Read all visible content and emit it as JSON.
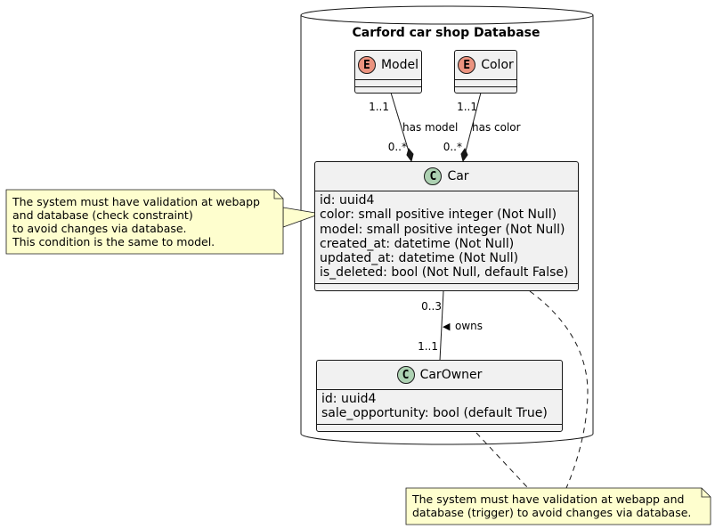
{
  "package": {
    "title": "Carford car shop Database"
  },
  "entities": {
    "model": {
      "stereotype": "E",
      "name": "Model"
    },
    "color": {
      "stereotype": "E",
      "name": "Color"
    },
    "car": {
      "stereotype": "C",
      "name": "Car",
      "attributes": [
        "id: uuid4",
        "color: small positive integer (Not Null)",
        "model: small positive integer (Not Null)",
        "created_at: datetime (Not Null)",
        "updated_at: datetime (Not Null)",
        "is_deleted: bool (Not Null, default False)"
      ]
    },
    "car_owner": {
      "stereotype": "C",
      "name": "CarOwner",
      "attributes": [
        "id: uuid4",
        "sale_opportunity: bool (default True)"
      ]
    }
  },
  "relations": {
    "model_car": {
      "label": "has model",
      "source_mult": "1..1",
      "target_mult": "0..*"
    },
    "color_car": {
      "label": "has color",
      "source_mult": "1..1",
      "target_mult": "0..*"
    },
    "car_owner": {
      "label": "owns",
      "direction_glyph": "◀",
      "source_mult": "0..3",
      "target_mult": "1..1"
    }
  },
  "notes": {
    "left": {
      "lines": [
        "The system must have validation at webapp",
        "and database (check constraint)",
        "to avoid changes via database.",
        "This condition is the same to model."
      ]
    },
    "bottom": {
      "lines": [
        "The system must have validation at webapp and",
        "database (trigger) to avoid changes via database."
      ]
    }
  },
  "colors": {
    "class_fill": "#f1f1f1",
    "class_border": "#181818",
    "enum_badge": "#eb937f",
    "class_badge": "#add1b2",
    "note_fill": "#fefece"
  }
}
